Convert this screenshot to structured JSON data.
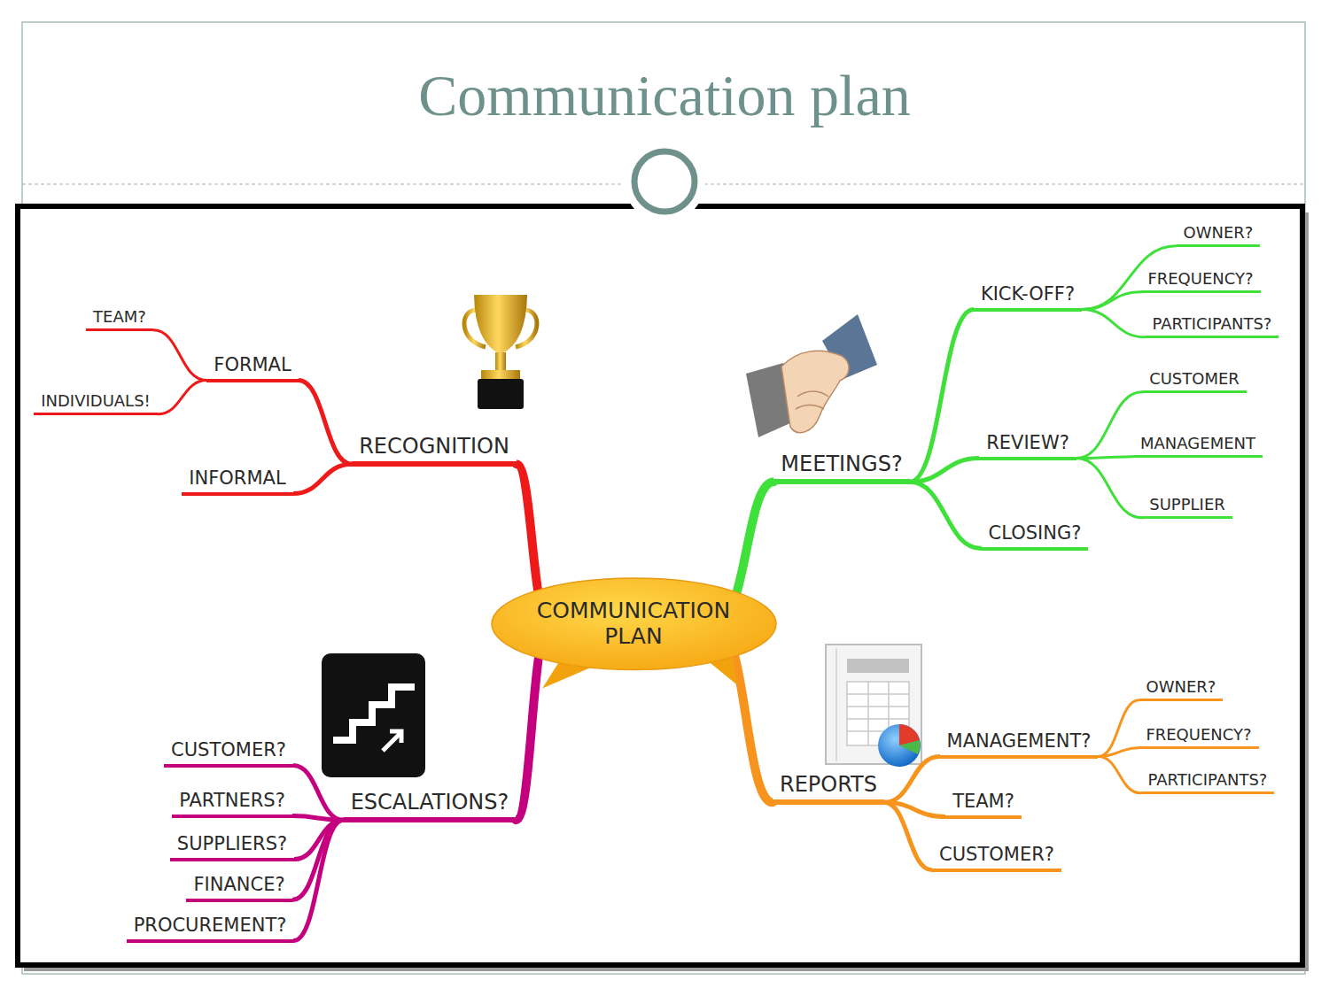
{
  "diagram": {
    "title": "Communication plan",
    "nodes": [
      {
        "text": [
          "COMMUNICATION PLAN"
        ]
      },
      {
        "text": [
          "RECOGNITION"
        ]
      },
      {
        "text": [
          "FORMAL"
        ]
      },
      {
        "text": [
          "TEAM?"
        ]
      },
      {
        "text": [
          "INDIVIDUALS!"
        ]
      },
      {
        "text": [
          "INFORMAL"
        ]
      },
      {
        "text": [
          "MEETINGS?"
        ]
      },
      {
        "text": [
          "KICK-OFF?"
        ]
      },
      {
        "text": [
          "OWNER?"
        ]
      },
      {
        "text": [
          "FREQUENCY?"
        ]
      },
      {
        "text": [
          "PARTICIPANTS?"
        ]
      },
      {
        "text": [
          "REVIEW?"
        ]
      },
      {
        "text": [
          "CUSTOMER"
        ]
      },
      {
        "text": [
          "MANAGEMENT"
        ]
      },
      {
        "text": [
          "SUPPLIER"
        ]
      },
      {
        "text": [
          "CLOSING?"
        ]
      },
      {
        "text": [
          "ESCALATIONS?"
        ]
      },
      {
        "text": [
          "CUSTOMER?"
        ]
      },
      {
        "text": [
          "PARTNERS?"
        ]
      },
      {
        "text": [
          "SUPPLIERS?"
        ]
      },
      {
        "text": [
          "FINANCE?"
        ]
      },
      {
        "text": [
          "PROCUREMENT?"
        ]
      },
      {
        "text": [
          "REPORTS"
        ]
      },
      {
        "text": [
          "MANAGEMENT?"
        ]
      },
      {
        "text": [
          "OWNER?"
        ]
      },
      {
        "text": [
          "FREQUENCY?"
        ]
      },
      {
        "text": [
          "PARTICIPANTS?"
        ]
      },
      {
        "text": [
          "TEAM?"
        ]
      },
      {
        "text": [
          "CUSTOMER?"
        ]
      }
    ],
    "edges": [
      {
        "from": 0,
        "to": 1,
        "arrow": "none"
      },
      {
        "from": 1,
        "to": 2,
        "arrow": "none"
      },
      {
        "from": 2,
        "to": 3,
        "arrow": "none"
      },
      {
        "from": 2,
        "to": 4,
        "arrow": "none"
      },
      {
        "from": 1,
        "to": 5,
        "arrow": "none"
      },
      {
        "from": 0,
        "to": 6,
        "arrow": "none"
      },
      {
        "from": 6,
        "to": 7,
        "arrow": "none"
      },
      {
        "from": 7,
        "to": 8,
        "arrow": "none"
      },
      {
        "from": 7,
        "to": 9,
        "arrow": "none"
      },
      {
        "from": 7,
        "to": 10,
        "arrow": "none"
      },
      {
        "from": 6,
        "to": 11,
        "arrow": "none"
      },
      {
        "from": 11,
        "to": 12,
        "arrow": "none"
      },
      {
        "from": 11,
        "to": 13,
        "arrow": "none"
      },
      {
        "from": 11,
        "to": 14,
        "arrow": "none"
      },
      {
        "from": 6,
        "to": 15,
        "arrow": "none"
      },
      {
        "from": 0,
        "to": 16,
        "arrow": "none"
      },
      {
        "from": 16,
        "to": 17,
        "arrow": "none"
      },
      {
        "from": 16,
        "to": 18,
        "arrow": "none"
      },
      {
        "from": 16,
        "to": 19,
        "arrow": "none"
      },
      {
        "from": 16,
        "to": 20,
        "arrow": "none"
      },
      {
        "from": 16,
        "to": 21,
        "arrow": "none"
      },
      {
        "from": 0,
        "to": 22,
        "arrow": "none"
      },
      {
        "from": 22,
        "to": 23,
        "arrow": "none"
      },
      {
        "from": 23,
        "to": 24,
        "arrow": "none"
      },
      {
        "from": 23,
        "to": 25,
        "arrow": "none"
      },
      {
        "from": 23,
        "to": 26,
        "arrow": "none"
      },
      {
        "from": 22,
        "to": 27,
        "arrow": "none"
      },
      {
        "from": 22,
        "to": 28,
        "arrow": "none"
      }
    ]
  }
}
